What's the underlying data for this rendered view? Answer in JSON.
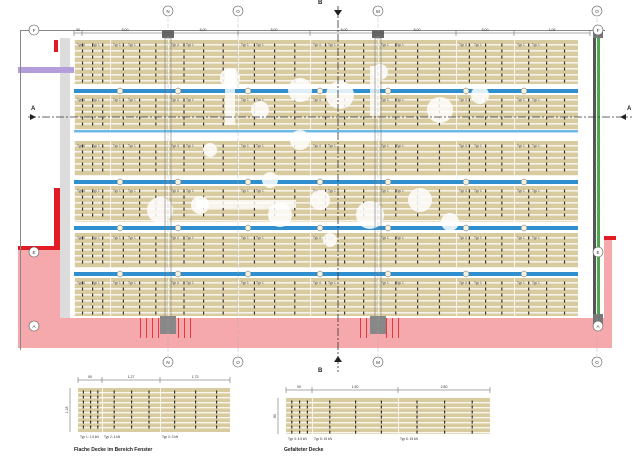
{
  "colors": {
    "slab": "#d9cba0",
    "slab_dark": "#c9b98a",
    "beam_blue": "#2f8fcf",
    "wall_red": "#e21c24",
    "wall_pink": "#f6a9ad",
    "green": "#4aa84a",
    "purple": "#b39ddb",
    "dark": "#333333",
    "grid_line": "#555555",
    "tab": "#999999",
    "circle": "#ffffff"
  },
  "axes": {
    "top": [
      "N",
      "O",
      "M",
      "O"
    ],
    "bottom": [
      "N",
      "O",
      "M",
      "O"
    ],
    "left": [
      "F",
      "A",
      "E"
    ],
    "right": [
      "F",
      "A",
      "E"
    ]
  },
  "section_marks": {
    "top": "B",
    "bottom": "B",
    "left": "A",
    "right": "A"
  },
  "top_dimensions": [
    "90",
    "5,00",
    "5,00",
    "5,00",
    "5,00",
    "5,00",
    "5,00",
    "1,06"
  ],
  "cell_labels": {
    "a": "Typ 4",
    "b": "Typ 1"
  },
  "legend_left": {
    "title": "Flache Decke im Bereich Fenster",
    "dims": [
      "90",
      "1,27",
      "1,73"
    ],
    "height_dim": "1,18",
    "types": [
      "Typ 1: 1.5 kN",
      "Typ 2: 4 kN",
      "Typ 3: 3 kN"
    ]
  },
  "legend_right": {
    "title": "Gefalteter Decke",
    "dims": [
      "90",
      "1,50",
      "2,80"
    ],
    "height_dim": "80",
    "types": [
      "Typ 4: 4.5 kN",
      "Typ 5: 15 kN",
      "Typ 6: 15 kN"
    ]
  }
}
